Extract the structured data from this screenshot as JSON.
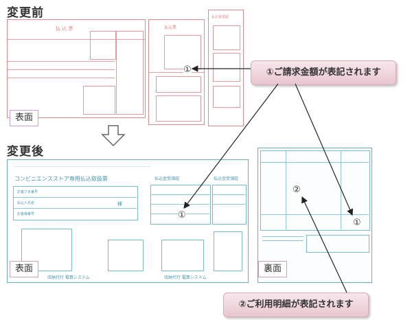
{
  "before": {
    "title": "変更前",
    "face_label": "表面",
    "form_title": "払 込 票",
    "stub_title": "払込票",
    "receipt_title": "払込受領証",
    "marker": "①"
  },
  "after": {
    "title": "変更後",
    "face_label": "表面",
    "back_label": "裏面",
    "form_title": "コンビニエンスストア専用払込取扱票",
    "receipt1_title": "払込金受領証",
    "receipt2_title": "払込金受領証",
    "front_marker": "①",
    "back_marker_1": "①",
    "back_marker_2": "②",
    "row_labels": [
      "お客さま番号",
      "払込人氏名",
      "お客様番号"
    ],
    "honorific": "様",
    "footer_left": "収納代行 電算システム",
    "footer_mid": "収納代行 電算システム"
  },
  "callouts": {
    "amount": "①ご請求金額が表記されます",
    "detail": "②ご利用明細が表記されます"
  }
}
